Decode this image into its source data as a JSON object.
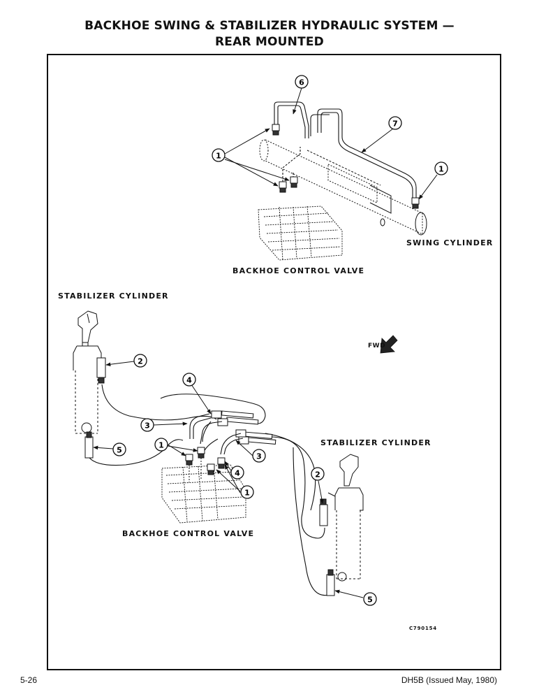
{
  "header": {
    "title_line1": "BACKHOE SWING & STABILIZER HYDRAULIC SYSTEM —",
    "title_line2": "REAR MOUNTED"
  },
  "labels": {
    "swing_cylinder": "SWING  CYLINDER",
    "control_valve_top": "BACKHOE  CONTROL  VALVE",
    "stabilizer_left": "STABILIZER  CYLINDER",
    "stabilizer_right": "STABILIZER  CYLINDER",
    "control_valve_bottom": "BACKHOE  CONTROL  VALVE",
    "fwd": "FWD",
    "figure_code": "C790154"
  },
  "callouts": {
    "c1": "1",
    "c2": "2",
    "c3": "3",
    "c4": "4",
    "c5": "5",
    "c6": "6",
    "c7": "7"
  },
  "footer": {
    "page_number": "5-26",
    "doc_ref": "DH5B (Issued May, 1980)"
  }
}
